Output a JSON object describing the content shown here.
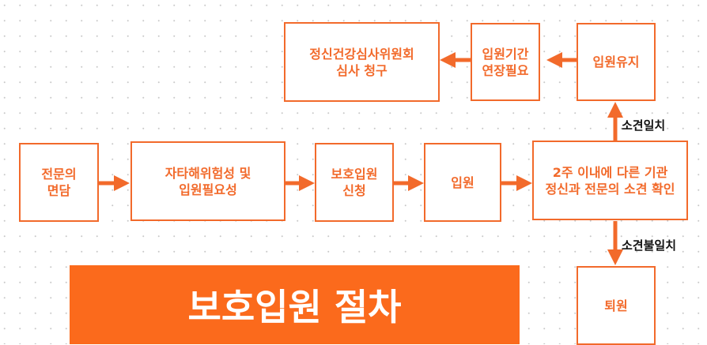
{
  "title": "보호입원 절차",
  "nodes": {
    "review": "정신건강심사위원회\n심사 청구",
    "extend": "입원기간\n연장필요",
    "keep": "입원유지",
    "interview": "전문의\n면담",
    "risk": "자타해위험성 및\n입원필요성",
    "apply": "보호입원\n신청",
    "admit": "입원",
    "confirm": "2주 이내에 다른 기관\n정신과 전문의 소견 확인",
    "discharge": "퇴원"
  },
  "edge_labels": {
    "agree": "소견일치",
    "disagree": "소견불일치"
  },
  "colors": {
    "accent": "#f26a2b",
    "banner": "#fb6a1c"
  }
}
